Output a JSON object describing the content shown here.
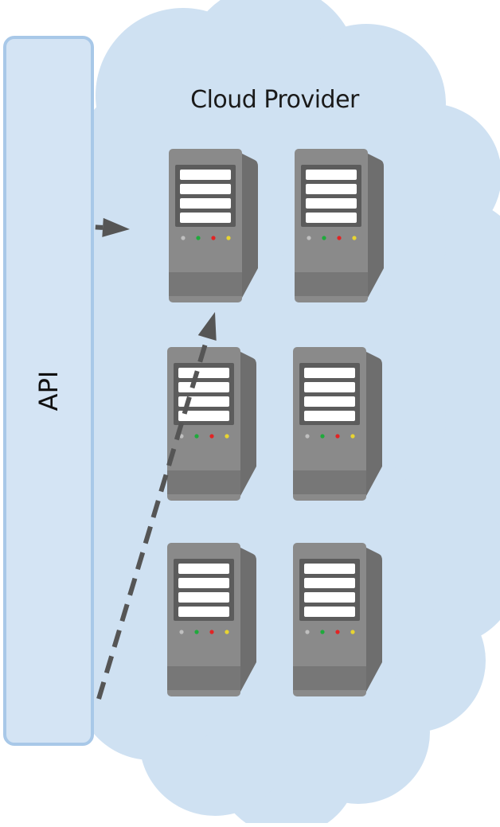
{
  "diagram": {
    "cloud_label": "Cloud Provider",
    "api_label": "API",
    "colors": {
      "cloud_fill": "#cfe1f2",
      "api_fill": "#d4e4f4",
      "api_border": "#a8c8e8",
      "arrow": "#555555",
      "server_body": "#8a8a8a",
      "server_side": "#6e6e6e",
      "server_panel": "#5c5c5c",
      "drive_bay": "#ffffff",
      "led_gray": "#bfbfbf",
      "led_green": "#1faa3c",
      "led_red": "#e22424",
      "led_yellow": "#e8d431"
    },
    "servers": [
      {
        "name": "server-1"
      },
      {
        "name": "server-2"
      },
      {
        "name": "server-3"
      },
      {
        "name": "server-4"
      },
      {
        "name": "server-5"
      },
      {
        "name": "server-6"
      }
    ],
    "arrows": [
      {
        "name": "api-to-server-arrow",
        "style": "dashed"
      },
      {
        "name": "server-to-server-arrow",
        "style": "dashed"
      }
    ]
  }
}
